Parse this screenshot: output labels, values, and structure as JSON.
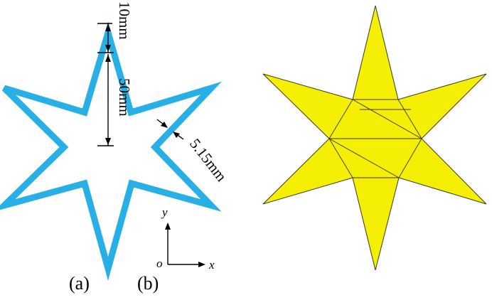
{
  "panels": {
    "a": {
      "label": "(a)",
      "dimensions": {
        "tip_length": "10mm",
        "arm_length": "50mm",
        "wall_width": "5.15mm"
      },
      "axes": {
        "origin": "o",
        "x": "x",
        "y": "y"
      },
      "colors": {
        "outline": "#28b0e6"
      }
    },
    "b": {
      "label": "(b)",
      "colors": {
        "fill": "#f5ee05",
        "edge": "#3a3a1a"
      }
    }
  }
}
